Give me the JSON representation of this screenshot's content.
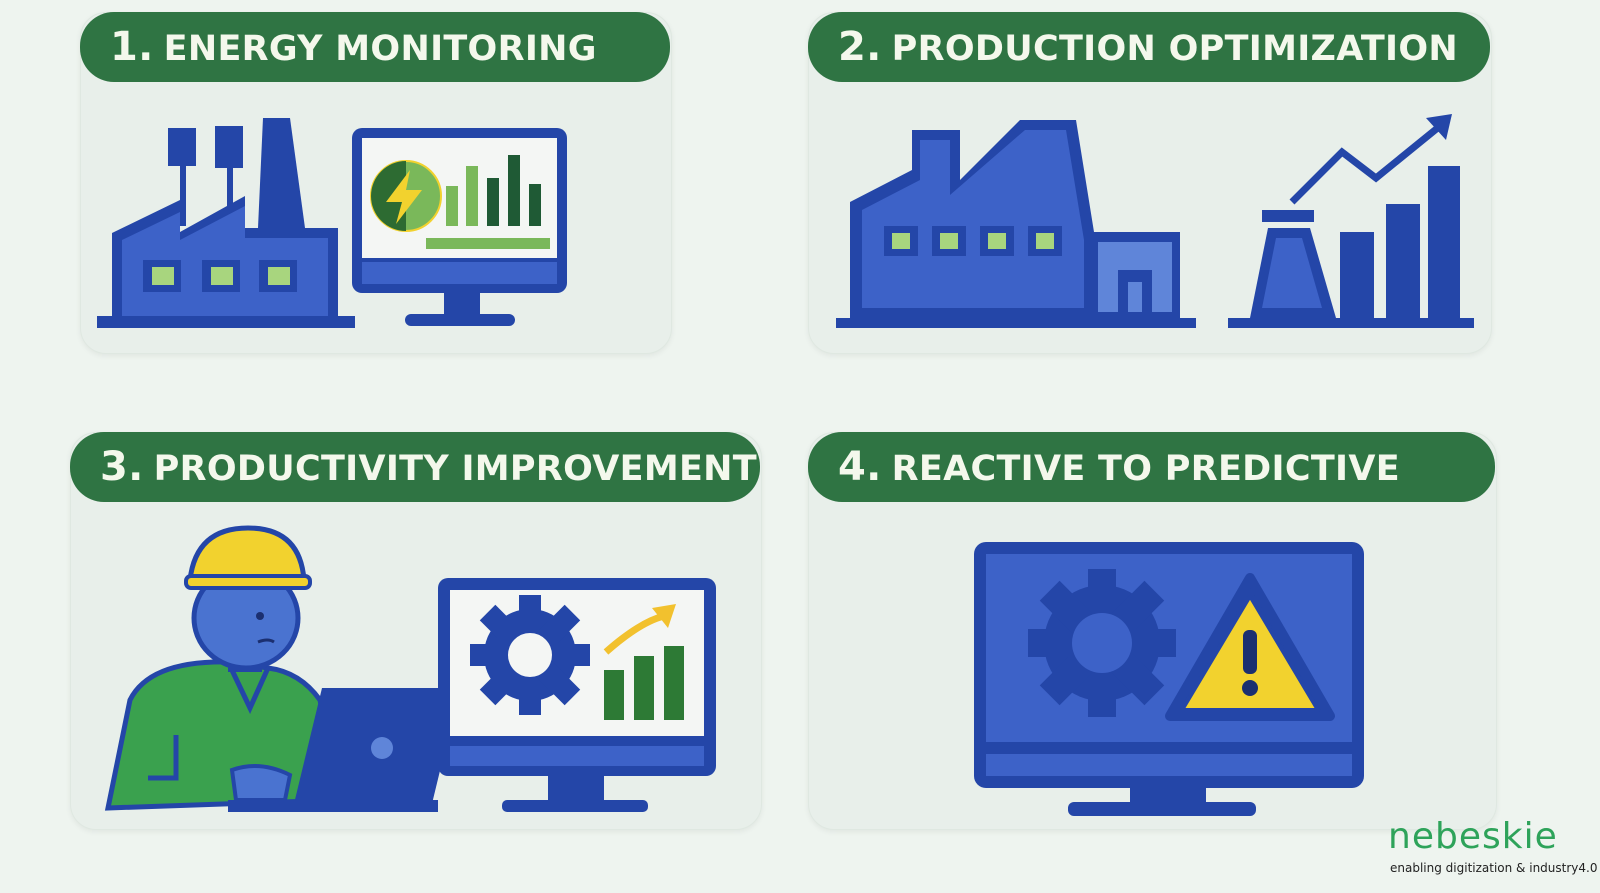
{
  "panels": [
    {
      "number": "1.",
      "title": "ENERGY MONITORING"
    },
    {
      "number": "2.",
      "title": "PRODUCTION OPTIMIZATION"
    },
    {
      "number": "3.",
      "title": "PRODUCTIVITY IMPROVEMENT"
    },
    {
      "number": "4.",
      "title": "REACTIVE TO PREDICTIVE"
    }
  ],
  "brand": {
    "name": "nebeskie",
    "tagline": "enabling digitization & industry4.0"
  },
  "colors": {
    "header_green": "#2f7443",
    "blue_dark": "#2446a8",
    "blue_light": "#3d62c8",
    "yellow": "#f2d22e",
    "green_bar": "#7ab85a"
  }
}
